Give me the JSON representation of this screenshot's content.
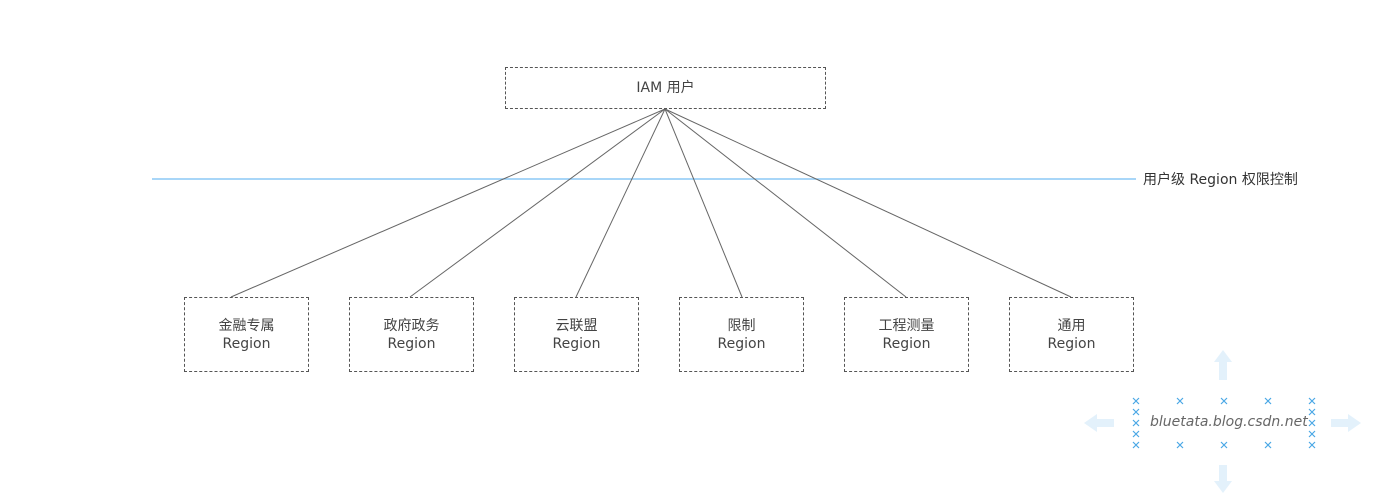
{
  "diagram": {
    "root": {
      "label": "IAM 用户"
    },
    "level_label": "用户级 Region 权限控制",
    "regions": [
      {
        "name": "金融专属",
        "suffix": "Region"
      },
      {
        "name": "政府政务",
        "suffix": "Region"
      },
      {
        "name": "云联盟",
        "suffix": "Region"
      },
      {
        "name": "限制",
        "suffix": "Region"
      },
      {
        "name": "工程测量",
        "suffix": "Region"
      },
      {
        "name": "通用",
        "suffix": "Region"
      }
    ]
  },
  "watermark": {
    "text": "bluetata.blog.csdn.net"
  },
  "colors": {
    "border": "#555555",
    "connector": "#666666",
    "level_line": "#8cc8f5",
    "watermark_glyph": "#4aa8e6",
    "watermark_arrow": "#e3f1fb"
  }
}
